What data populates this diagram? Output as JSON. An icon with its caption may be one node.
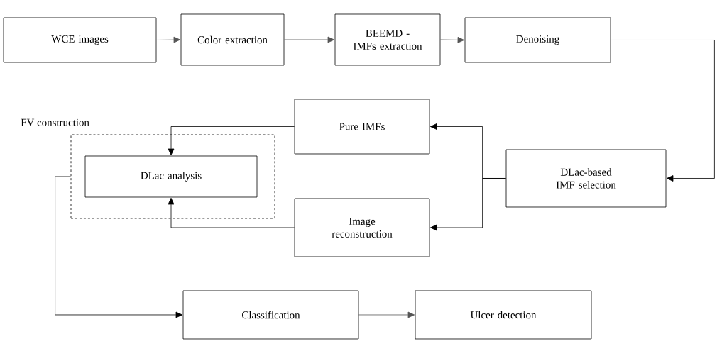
{
  "diagram": {
    "nodes": [
      {
        "text": [
          "WCE images"
        ]
      },
      {
        "text": [
          "Color extraction"
        ]
      },
      {
        "text": [
          "BEEMD - IMFs extraction"
        ]
      },
      {
        "text": [
          "Denoising"
        ]
      },
      {
        "text": [
          "FV construction"
        ]
      },
      {
        "text": [
          "DLac analysis"
        ],
        "in": 4
      },
      {
        "text": [
          "Pure IMFs"
        ]
      },
      {
        "text": [
          "DLac-based IMF selection"
        ]
      },
      {
        "text": [
          "Image reconstruction"
        ]
      },
      {
        "text": [
          "Classification"
        ]
      },
      {
        "text": [
          "Ulcer detection"
        ]
      }
    ],
    "edges": [
      {
        "from": 0,
        "to": 1,
        "arrow": "to",
        "color": "#555555"
      },
      {
        "from": 1,
        "to": 2,
        "arrow": "to",
        "color": "#555555"
      },
      {
        "from": 2,
        "to": 3,
        "arrow": "to",
        "color": "#555555"
      },
      {
        "from": 3,
        "to": 7,
        "arrow": "to"
      },
      {
        "from": 7,
        "to": 6,
        "arrow": "to"
      },
      {
        "from": 7,
        "to": 8,
        "arrow": "to"
      },
      {
        "from": 6,
        "to": 5,
        "arrow": "to"
      },
      {
        "from": 8,
        "to": 5,
        "arrow": "to"
      },
      {
        "from": 4,
        "to": 9,
        "arrow": "to"
      },
      {
        "from": 9,
        "to": 10,
        "arrow": "to",
        "color": "#555555"
      }
    ]
  }
}
